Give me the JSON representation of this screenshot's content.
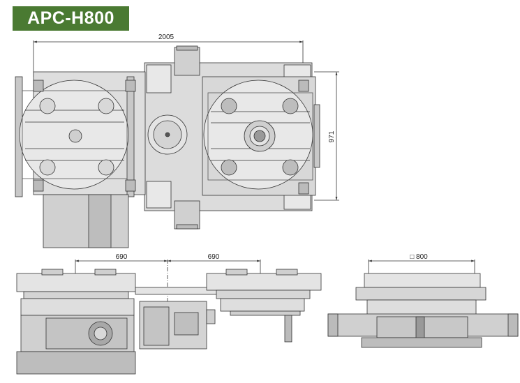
{
  "title": "APC-H800",
  "dimensions": {
    "overall_length": "2005",
    "overall_height": "971",
    "left_offset": "690",
    "right_offset": "690",
    "table_size": "□ 800"
  },
  "colors": {
    "badge": "#4a7a32",
    "machine_fill": "#d6d6d6",
    "table_fill": "#e6e6e6",
    "dark_fill": "#9a9a9a",
    "line": "#333333"
  }
}
